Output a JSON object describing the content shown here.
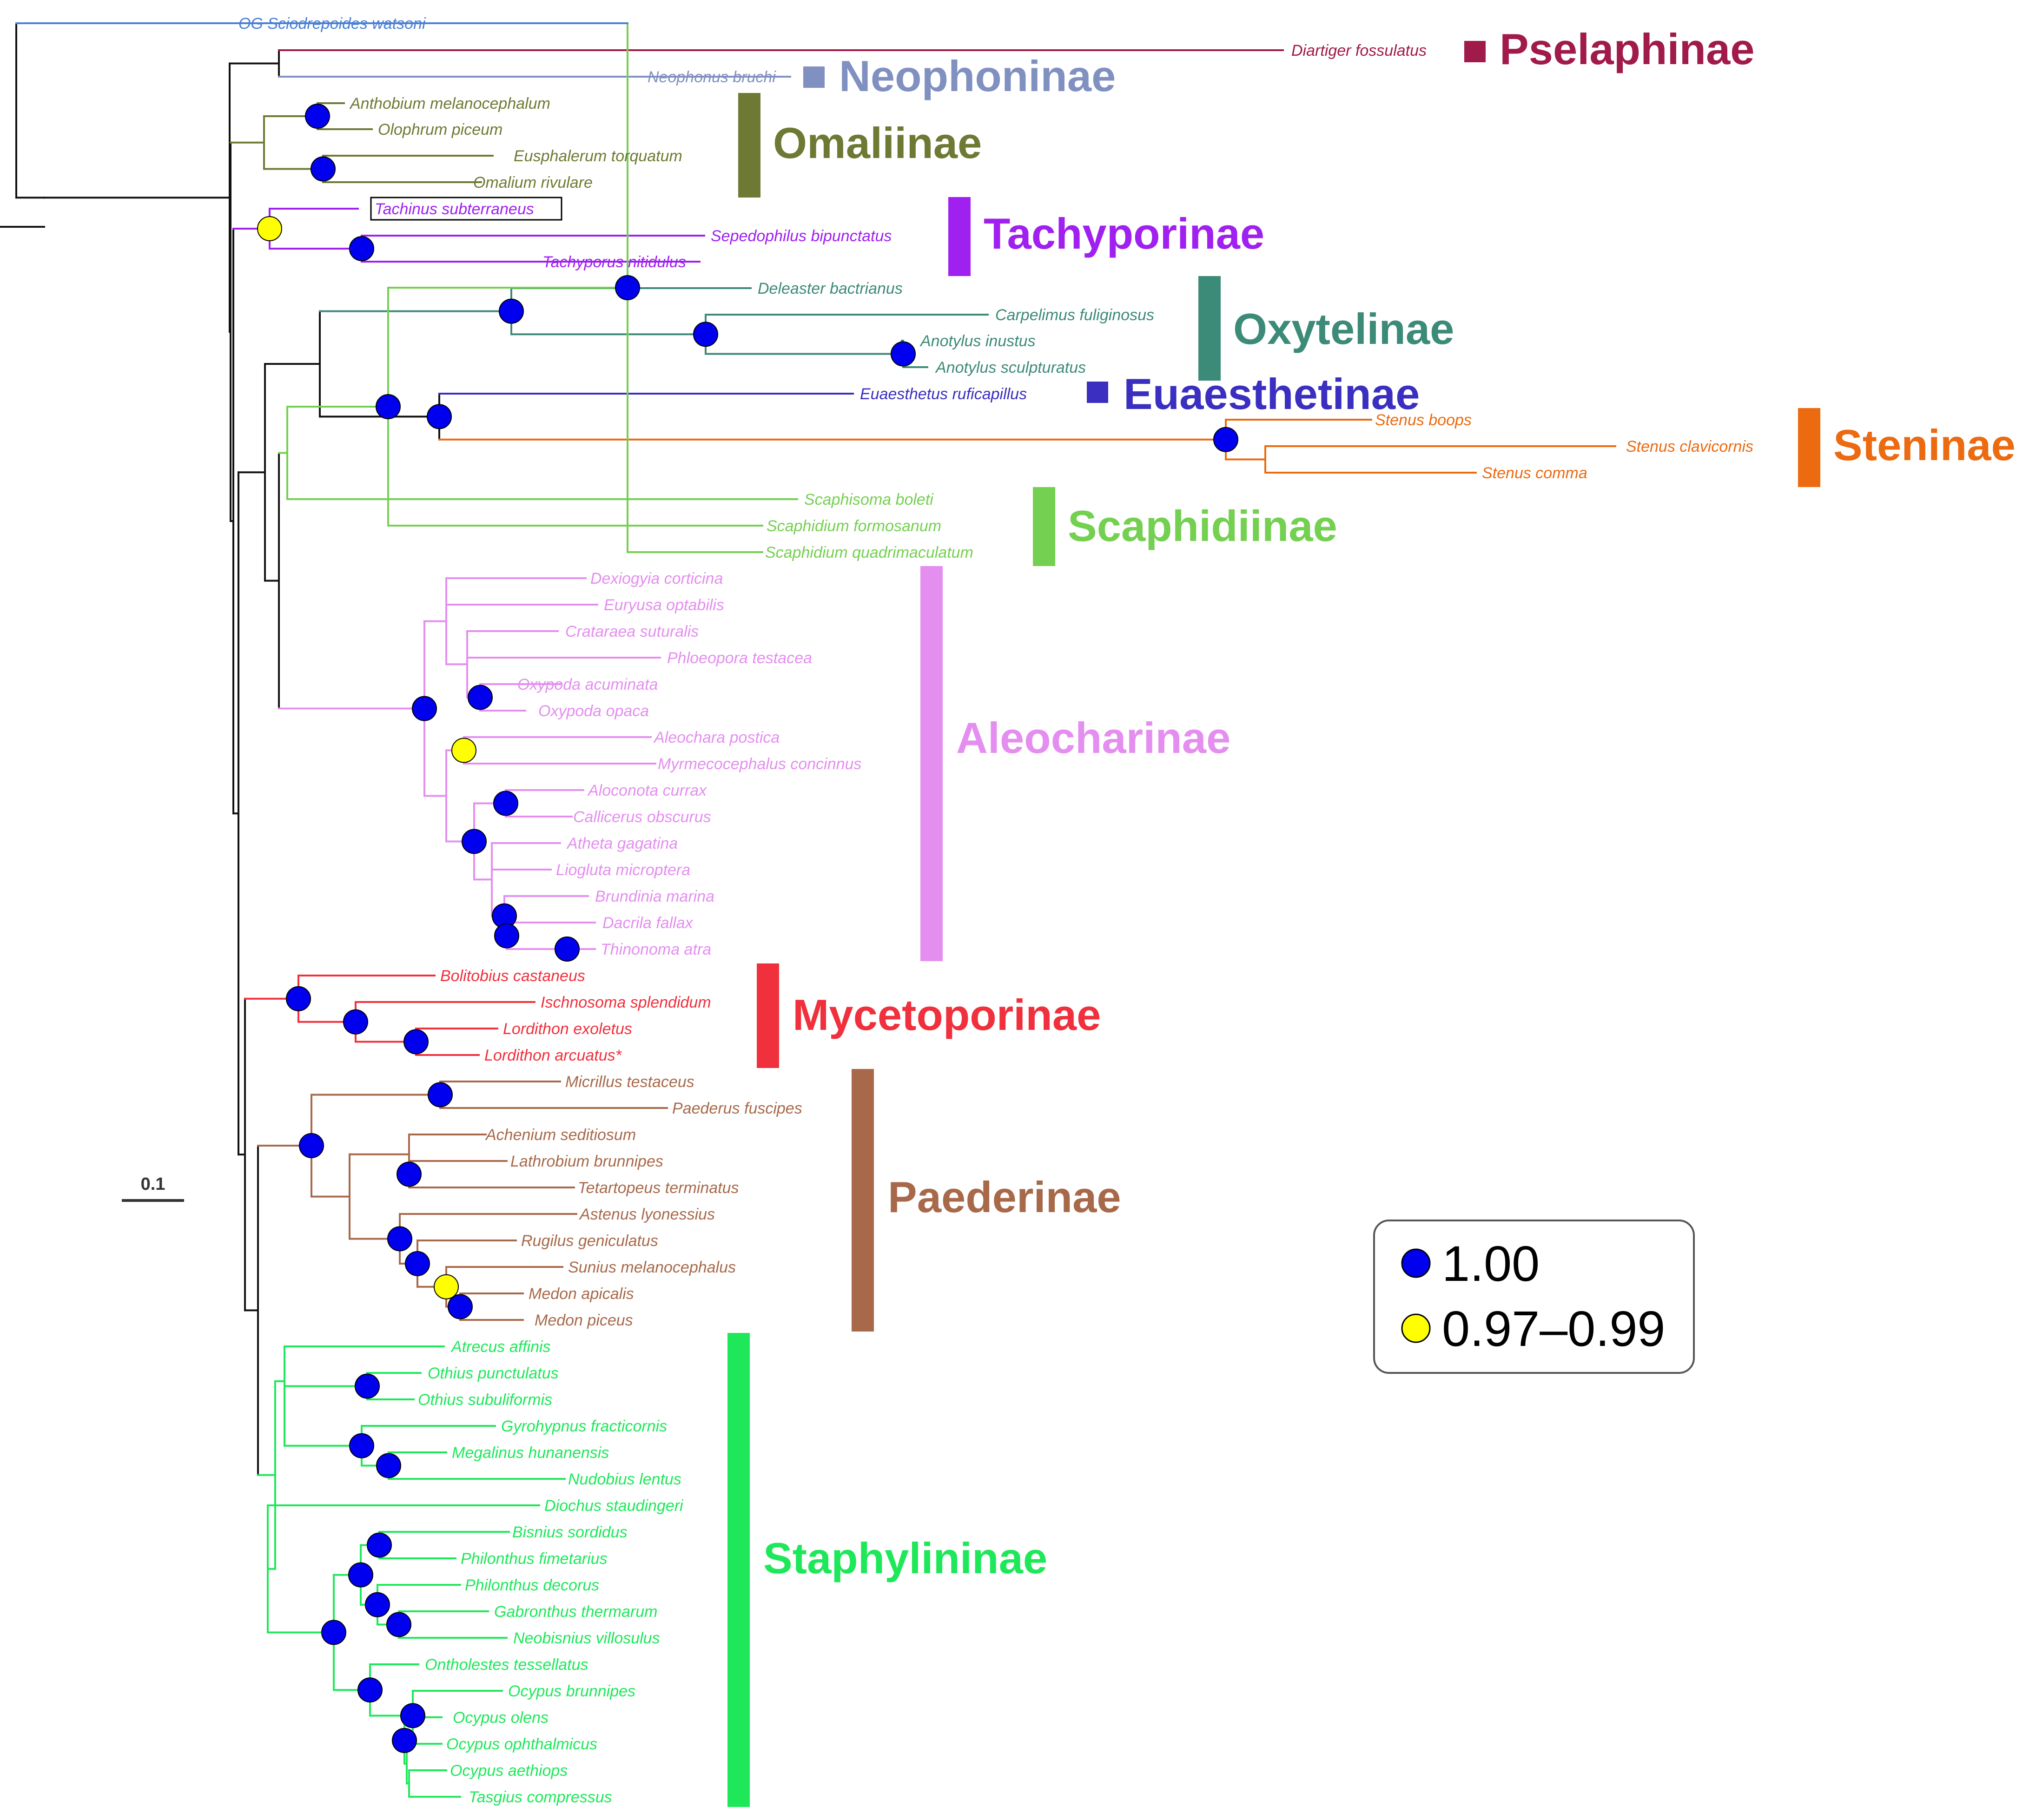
{
  "scale_bar": {
    "label": "0.1"
  },
  "legend": {
    "items": [
      {
        "label": "1.00",
        "color": "#0000ee"
      },
      {
        "label": "0.97–0.99",
        "color": "#ffff00"
      }
    ]
  },
  "colors": {
    "outgroup": "#4a7fd4",
    "Pselaphinae": "#a01a4a",
    "Neophoninae": "#8090c0",
    "Omaliinae": "#6e7a33",
    "Tachyporinae": "#a020f0",
    "Oxytelinae": "#3c8a78",
    "Euaesthetinae": "#3a2fc0",
    "Steninae": "#ec6a10",
    "Scaphidiinae": "#74d050",
    "Aleocharinae": "#e48ef0",
    "Mycetoporinae": "#f0303c",
    "Paederinae": "#a8694a",
    "Staphylininae": "#1ee85a",
    "backbone": "#111111",
    "support_high": "#0000ee",
    "support_mid": "#ffff00"
  },
  "tips": [
    {
      "name": "OG Sciodrepoides watsoni",
      "clade": "outgroup"
    },
    {
      "name": "Diartiger fossulatus",
      "clade": "Pselaphinae"
    },
    {
      "name": "Neophonus bruchi",
      "clade": "Neophoninae"
    },
    {
      "name": "Anthobium melanocephalum",
      "clade": "Omaliinae"
    },
    {
      "name": "Olophrum piceum",
      "clade": "Omaliinae"
    },
    {
      "name": "Eusphalerum torquatum",
      "clade": "Omaliinae"
    },
    {
      "name": "Omalium rivulare",
      "clade": "Omaliinae"
    },
    {
      "name": "Tachinus subterraneus",
      "clade": "Tachyporinae",
      "boxed": true
    },
    {
      "name": "Sepedophilus bipunctatus",
      "clade": "Tachyporinae"
    },
    {
      "name": "Tachyporus nitidulus",
      "clade": "Tachyporinae"
    },
    {
      "name": "Deleaster bactrianus",
      "clade": "Oxytelinae"
    },
    {
      "name": "Carpelimus fuliginosus",
      "clade": "Oxytelinae"
    },
    {
      "name": "Anotylus inustus",
      "clade": "Oxytelinae"
    },
    {
      "name": "Anotylus sculpturatus",
      "clade": "Oxytelinae"
    },
    {
      "name": "Euaesthetus ruficapillus",
      "clade": "Euaesthetinae"
    },
    {
      "name": "Stenus boops",
      "clade": "Steninae"
    },
    {
      "name": "Stenus clavicornis",
      "clade": "Steninae"
    },
    {
      "name": "Stenus comma",
      "clade": "Steninae"
    },
    {
      "name": "Scaphisoma boleti",
      "clade": "Scaphidiinae"
    },
    {
      "name": "Scaphidium formosanum",
      "clade": "Scaphidiinae"
    },
    {
      "name": "Scaphidium quadrimaculatum",
      "clade": "Scaphidiinae"
    },
    {
      "name": "Dexiogyia corticina",
      "clade": "Aleocharinae"
    },
    {
      "name": "Euryusa optabilis",
      "clade": "Aleocharinae"
    },
    {
      "name": "Crataraea suturalis",
      "clade": "Aleocharinae"
    },
    {
      "name": "Phloeopora testacea",
      "clade": "Aleocharinae"
    },
    {
      "name": "Oxypoda acuminata",
      "clade": "Aleocharinae"
    },
    {
      "name": "Oxypoda opaca",
      "clade": "Aleocharinae"
    },
    {
      "name": "Aleochara postica",
      "clade": "Aleocharinae"
    },
    {
      "name": "Myrmecocephalus concinnus",
      "clade": "Aleocharinae"
    },
    {
      "name": "Aloconota currax",
      "clade": "Aleocharinae"
    },
    {
      "name": "Callicerus obscurus",
      "clade": "Aleocharinae"
    },
    {
      "name": "Atheta gagatina",
      "clade": "Aleocharinae"
    },
    {
      "name": "Liogluta microptera",
      "clade": "Aleocharinae"
    },
    {
      "name": "Brundinia marina",
      "clade": "Aleocharinae"
    },
    {
      "name": "Dacrila fallax",
      "clade": "Aleocharinae"
    },
    {
      "name": "Thinonoma atra",
      "clade": "Aleocharinae"
    },
    {
      "name": "Bolitobius castaneus",
      "clade": "Mycetoporinae"
    },
    {
      "name": "Ischnosoma splendidum",
      "clade": "Mycetoporinae"
    },
    {
      "name": "Lordithon exoletus",
      "clade": "Mycetoporinae"
    },
    {
      "name": "Lordithon arcuatus*",
      "clade": "Mycetoporinae"
    },
    {
      "name": "Micrillus testaceus",
      "clade": "Paederinae"
    },
    {
      "name": "Paederus fuscipes",
      "clade": "Paederinae"
    },
    {
      "name": "Achenium seditiosum",
      "clade": "Paederinae"
    },
    {
      "name": "Lathrobium brunnipes",
      "clade": "Paederinae"
    },
    {
      "name": "Tetartopeus terminatus",
      "clade": "Paederinae"
    },
    {
      "name": "Astenus lyonessius",
      "clade": "Paederinae"
    },
    {
      "name": "Rugilus geniculatus",
      "clade": "Paederinae"
    },
    {
      "name": "Sunius melanocephalus",
      "clade": "Paederinae"
    },
    {
      "name": "Medon apicalis",
      "clade": "Paederinae"
    },
    {
      "name": "Medon piceus",
      "clade": "Paederinae"
    },
    {
      "name": "Atrecus affinis",
      "clade": "Staphylininae"
    },
    {
      "name": "Othius punctulatus",
      "clade": "Staphylininae"
    },
    {
      "name": "Othius subuliformis",
      "clade": "Staphylininae"
    },
    {
      "name": "Gyrohypnus fracticornis",
      "clade": "Staphylininae"
    },
    {
      "name": "Megalinus hunanensis",
      "clade": "Staphylininae"
    },
    {
      "name": "Nudobius lentus",
      "clade": "Staphylininae"
    },
    {
      "name": "Diochus staudingeri",
      "clade": "Staphylininae"
    },
    {
      "name": "Bisnius sordidus",
      "clade": "Staphylininae"
    },
    {
      "name": "Philonthus fimetarius",
      "clade": "Staphylininae"
    },
    {
      "name": "Philonthus decorus",
      "clade": "Staphylininae"
    },
    {
      "name": "Gabronthus thermarum",
      "clade": "Staphylininae"
    },
    {
      "name": "Neobisnius villosulus",
      "clade": "Staphylininae"
    },
    {
      "name": "Ontholestes tessellatus",
      "clade": "Staphylininae"
    },
    {
      "name": "Ocypus brunnipes",
      "clade": "Staphylininae"
    },
    {
      "name": "Ocypus olens",
      "clade": "Staphylininae"
    },
    {
      "name": "Ocypus ophthalmicus",
      "clade": "Staphylininae"
    },
    {
      "name": "Ocypus aethiops",
      "clade": "Staphylininae"
    },
    {
      "name": "Tasgius compressus",
      "clade": "Staphylininae"
    }
  ],
  "clade_labels": [
    {
      "name": "Pselaphinae",
      "marker": "square"
    },
    {
      "name": "Neophoninae",
      "marker": "square"
    },
    {
      "name": "Omaliinae",
      "marker": "bar"
    },
    {
      "name": "Tachyporinae",
      "marker": "bar"
    },
    {
      "name": "Oxytelinae",
      "marker": "bar"
    },
    {
      "name": "Euaesthetinae",
      "marker": "square"
    },
    {
      "name": "Steninae",
      "marker": "bar"
    },
    {
      "name": "Scaphidiinae",
      "marker": "bar"
    },
    {
      "name": "Aleocharinae",
      "marker": "bar"
    },
    {
      "name": "Mycetoporinae",
      "marker": "bar"
    },
    {
      "name": "Paederinae",
      "marker": "bar"
    },
    {
      "name": "Staphylininae",
      "marker": "bar"
    }
  ]
}
